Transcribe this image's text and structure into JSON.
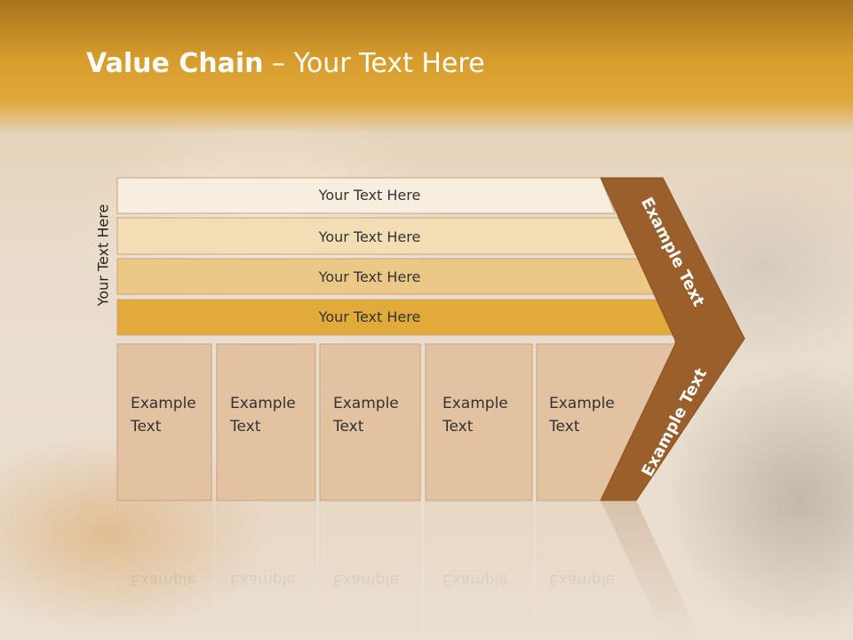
{
  "slide": {
    "title_bold": "Value Chain",
    "title_rest": " – Your Text Here",
    "side_label": "Your Text Here"
  },
  "support_bars": [
    {
      "label": "Your Text Here",
      "color": "#f8eedf"
    },
    {
      "label": "Your Text Here",
      "color": "#f3ddb4"
    },
    {
      "label": "Your Text Here",
      "color": "#ecc887"
    },
    {
      "label": "Your Text Here",
      "color": "#e2a93b"
    }
  ],
  "primary_columns": [
    {
      "line1": "Example",
      "line2": "Text"
    },
    {
      "line1": "Example",
      "line2": "Text"
    },
    {
      "line1": "Example",
      "line2": "Text"
    },
    {
      "line1": "Example",
      "line2": "Text"
    },
    {
      "line1": "Example",
      "line2": "Text"
    }
  ],
  "chevron": {
    "upper_label": "Example Text",
    "lower_label": "Example Text",
    "color": "#9a5f2a"
  },
  "colors": {
    "column_fill": "#e2c2a0",
    "column_stroke": "#c9a37f",
    "header_band": "#d79d2c"
  }
}
